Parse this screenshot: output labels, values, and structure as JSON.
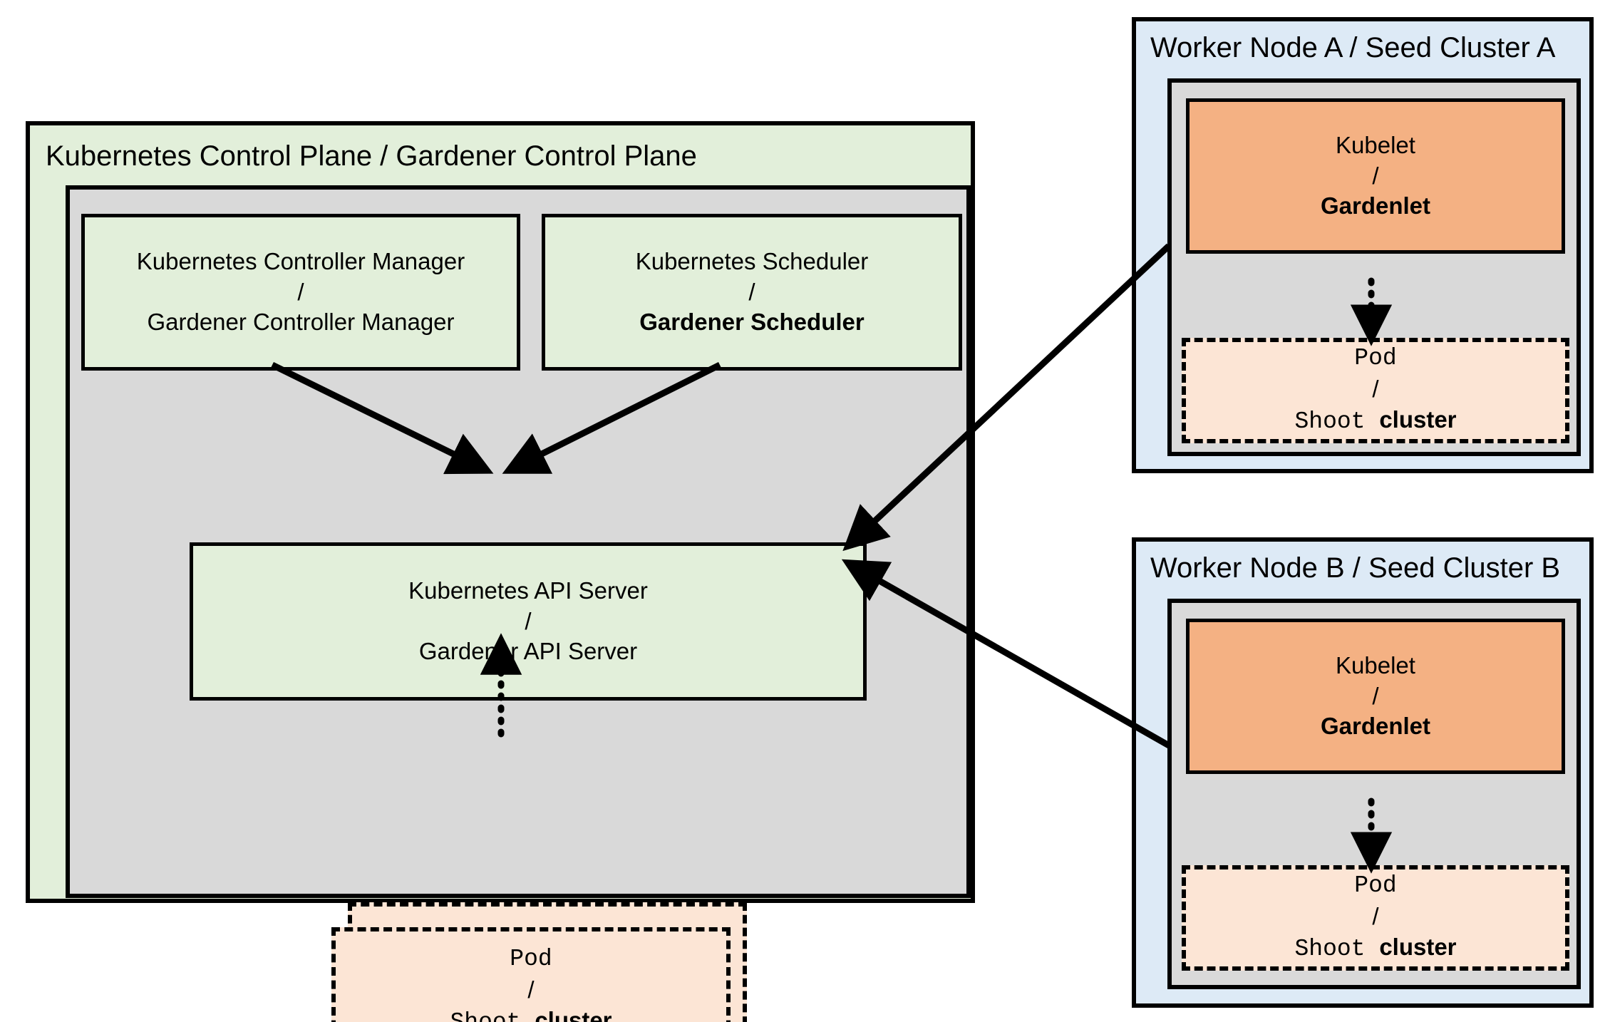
{
  "colors": {
    "green_fill": "#e2efda",
    "orange_fill": "#f4b183",
    "blue_fill": "#ddeaf6",
    "gray_fill": "#d9d9d9",
    "pod_fill": "#fce5d5",
    "stroke": "#000000",
    "background": "#ffffff"
  },
  "control_plane": {
    "title": "Kubernetes Control Plane / Gardener Control Plane",
    "controller_manager": {
      "line1": "Kubernetes Controller Manager",
      "separator": "/",
      "line2": "Gardener Controller Manager"
    },
    "scheduler": {
      "line1": "Kubernetes Scheduler",
      "separator": "/",
      "line2": "Gardener Scheduler"
    },
    "api_server": {
      "line1": "Kubernetes API Server",
      "separator": "/",
      "line2": "Gardener API Server"
    },
    "pod": {
      "line1": "Pod",
      "separator": "/",
      "line2_mono": "Shoot",
      "line2_bold": "cluster"
    }
  },
  "worker_a": {
    "title": "Worker Node A / Seed Cluster A",
    "kubelet": {
      "line1": "Kubelet",
      "separator": "/",
      "line2": "Gardenlet"
    },
    "pod": {
      "line1": "Pod",
      "separator": "/",
      "line2_mono": "Shoot",
      "line2_bold": "cluster"
    }
  },
  "worker_b": {
    "title": "Worker Node B / Seed Cluster B",
    "kubelet": {
      "line1": "Kubelet",
      "separator": "/",
      "line2": "Gardenlet"
    },
    "pod": {
      "line1": "Pod",
      "separator": "/",
      "line2_mono": "Shoot",
      "line2_bold": "cluster"
    }
  },
  "connections": [
    {
      "name": "controller-manager-to-api-server",
      "style": "solid-arrow"
    },
    {
      "name": "scheduler-to-api-server",
      "style": "solid-arrow"
    },
    {
      "name": "control-plane-pod-to-api-server",
      "style": "dotted-arrow"
    },
    {
      "name": "gardenlet-a-to-api-server",
      "style": "solid-arrow"
    },
    {
      "name": "gardenlet-b-to-api-server",
      "style": "solid-arrow"
    },
    {
      "name": "gardenlet-a-to-pod-a",
      "style": "dotted-arrow"
    },
    {
      "name": "gardenlet-b-to-pod-b",
      "style": "dotted-arrow"
    }
  ]
}
